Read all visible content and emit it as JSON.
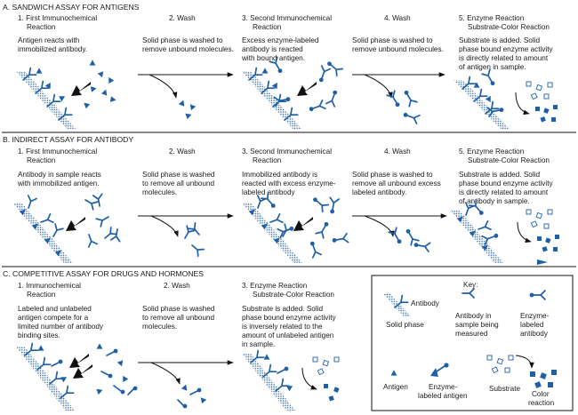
{
  "sections": [
    {
      "title": "A. SANDWICH ASSAY FOR ANTIGENS",
      "steps": [
        {
          "heading": [
            "1. First Immunochemical",
            "Reaction"
          ],
          "desc": [
            "Antigen reacts with",
            "immobilized antibody."
          ]
        },
        {
          "heading": [
            "2. Wash"
          ],
          "desc": [
            "Solid phase is washed to",
            "remove unbound molecules."
          ]
        },
        {
          "heading": [
            "3. Second Immunochemical",
            "Reaction"
          ],
          "desc": [
            "Excess enzyme-labeled",
            "antibody is reacted",
            "with bound antigen."
          ]
        },
        {
          "heading": [
            "4. Wash"
          ],
          "desc": [
            "Solid phase is washed to",
            "remove unbound molecules."
          ]
        },
        {
          "heading": [
            "5. Enzyme Reaction",
            "Substrate-Color Reaction"
          ],
          "desc": [
            "Substrate is added. Solid",
            "phase bound enzyme activity",
            "is directly related to amount",
            "of antigen in sample."
          ]
        }
      ]
    },
    {
      "title": "B. INDIRECT ASSAY FOR ANTIBODY",
      "steps": [
        {
          "heading": [
            "1. First Immunochemical",
            "Reaction"
          ],
          "desc": [
            "Antibody in sample reacts",
            "with immobilized antigen."
          ]
        },
        {
          "heading": [
            "2. Wash"
          ],
          "desc": [
            "Solid phase is washed",
            "to remove all unbound",
            "molecules."
          ]
        },
        {
          "heading": [
            "3. Second Immunochemical",
            "Reaction"
          ],
          "desc": [
            "Immobilized antibody is",
            "reacted with excess enzyme-",
            "labeled antibody"
          ]
        },
        {
          "heading": [
            "4. Wash"
          ],
          "desc": [
            "Solid phase is washed to",
            "remove all unbound excess",
            "labeled antibody."
          ]
        },
        {
          "heading": [
            "5. Enzyme Reaction",
            "Substrate-Color Reaction"
          ],
          "desc": [
            "Substrate is added. Solid",
            "phase bound enzyme activity",
            "is directly related to amount",
            "of antibody in sample."
          ]
        }
      ]
    },
    {
      "title": "C. COMPETITIVE ASSAY FOR DRUGS AND HORMONES",
      "steps": [
        {
          "heading": [
            "1. Immunochemical",
            "Reaction"
          ],
          "desc": [
            "Labeled and unlabeled",
            "antigen compete for a",
            "limited number of antibody",
            "binding sites."
          ]
        },
        {
          "heading": [
            "2. Wash"
          ],
          "desc": [
            "Solid phase is washed",
            "to remove all unbound",
            "molecules."
          ]
        },
        {
          "heading": [
            "3. Enzyme Reaction",
            "Substrate-Color Reaction"
          ],
          "desc": [
            "Substrate is added. Solid",
            "phase bound enzyme activity",
            "is inversely related to the",
            "amount of unlabeled antigen",
            "in sample."
          ]
        }
      ]
    }
  ],
  "key": {
    "title": "Key:",
    "antibody": "Antibody",
    "solid_phase": "Solid phase",
    "sample_antibody": [
      "Antibody in",
      "sample being",
      "measured"
    ],
    "enzyme_antibody": [
      "Enzyme-",
      "labeled",
      "antibody"
    ],
    "antigen": "Antigen",
    "enzyme_antigen": [
      "Enzyme-",
      "labeled antigen"
    ],
    "substrate": "Substrate",
    "color_reaction": [
      "Color",
      "reaction"
    ]
  },
  "colors": {
    "accent": "#1f5fa6",
    "line": "#111111"
  }
}
